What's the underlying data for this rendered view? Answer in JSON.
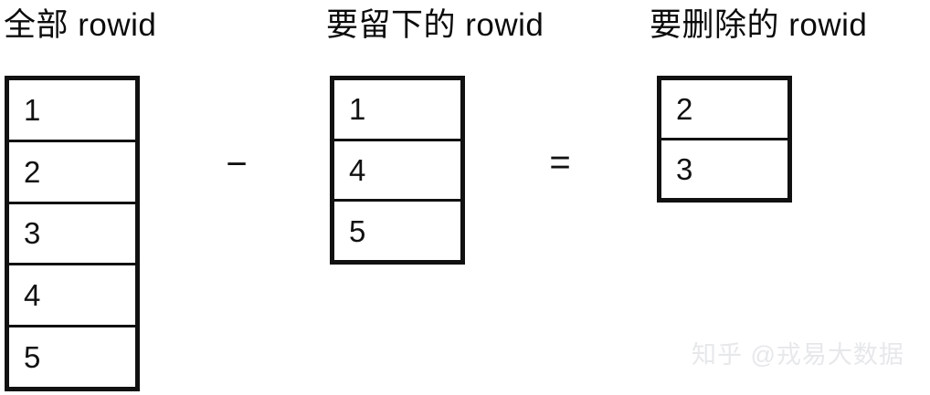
{
  "diagram": {
    "type": "set-difference-illustration",
    "columns": [
      {
        "id": "all",
        "heading": "全部 rowid",
        "rows": [
          "1",
          "2",
          "3",
          "4",
          "5"
        ]
      },
      {
        "id": "keep",
        "heading": "要留下的 rowid",
        "rows": [
          "1",
          "4",
          "5"
        ]
      },
      {
        "id": "delete",
        "heading": "要删除的 rowid",
        "rows": [
          "2",
          "3"
        ]
      }
    ],
    "operators": {
      "minus": "−",
      "equals": "="
    }
  },
  "watermark": {
    "text": "知乎 @戎易大数据"
  },
  "colors": {
    "background": "#ffffff",
    "ink": "#111111",
    "watermark": "#e6e8ea"
  }
}
